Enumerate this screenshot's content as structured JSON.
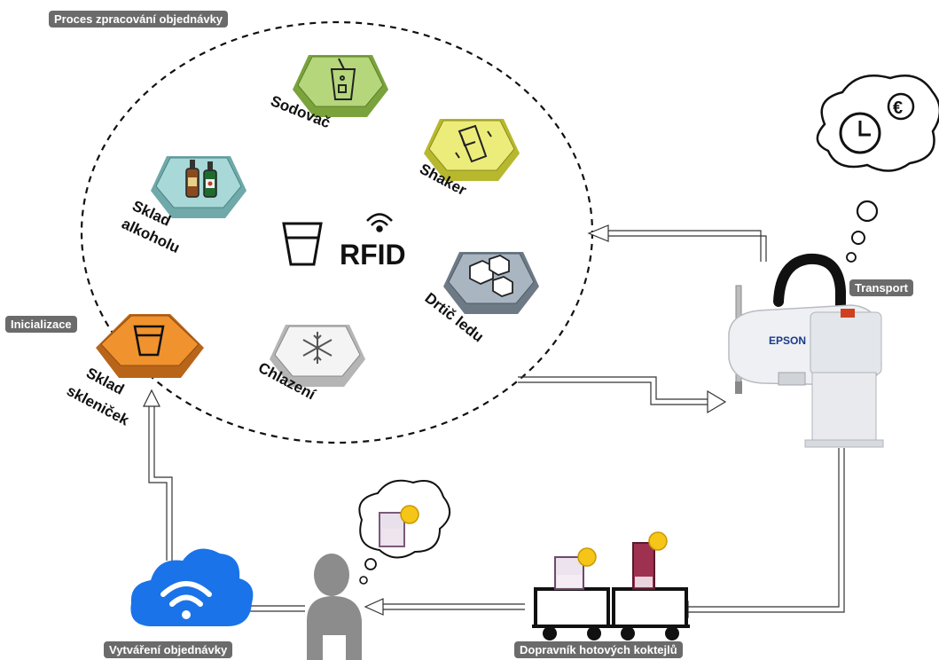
{
  "badges": {
    "process": "Proces zpracování objednávky",
    "init": "Inicializace",
    "transport": "Transport",
    "order": "Vytváření objednávky",
    "conveyor": "Dopravník hotových koktejlů"
  },
  "stations": {
    "sodovac": "Sodovač",
    "shaker": "Shaker",
    "sklad_alkoholu_1": "Sklad",
    "sklad_alkoholu_2": "alkoholu",
    "drtic": "Drtič ledu",
    "chlazeni": "Chlazení",
    "sklad_sklenicek_1": "Sklad",
    "sklad_sklenicek_2": "skleniček"
  },
  "center": {
    "rfid": "RFID"
  },
  "robot": {
    "brand": "EPSON"
  },
  "thought": {
    "euro": "€"
  },
  "colors": {
    "sodovac": "#b5d67a",
    "shaker": "#ecec7a",
    "alcohol": "#a8d8d8",
    "ice": "#a9b6c2",
    "cooling": "#f2f2f2",
    "glasses": "#f0922e",
    "cloud": "#1a73e8",
    "badge": "#6b6b6b"
  }
}
